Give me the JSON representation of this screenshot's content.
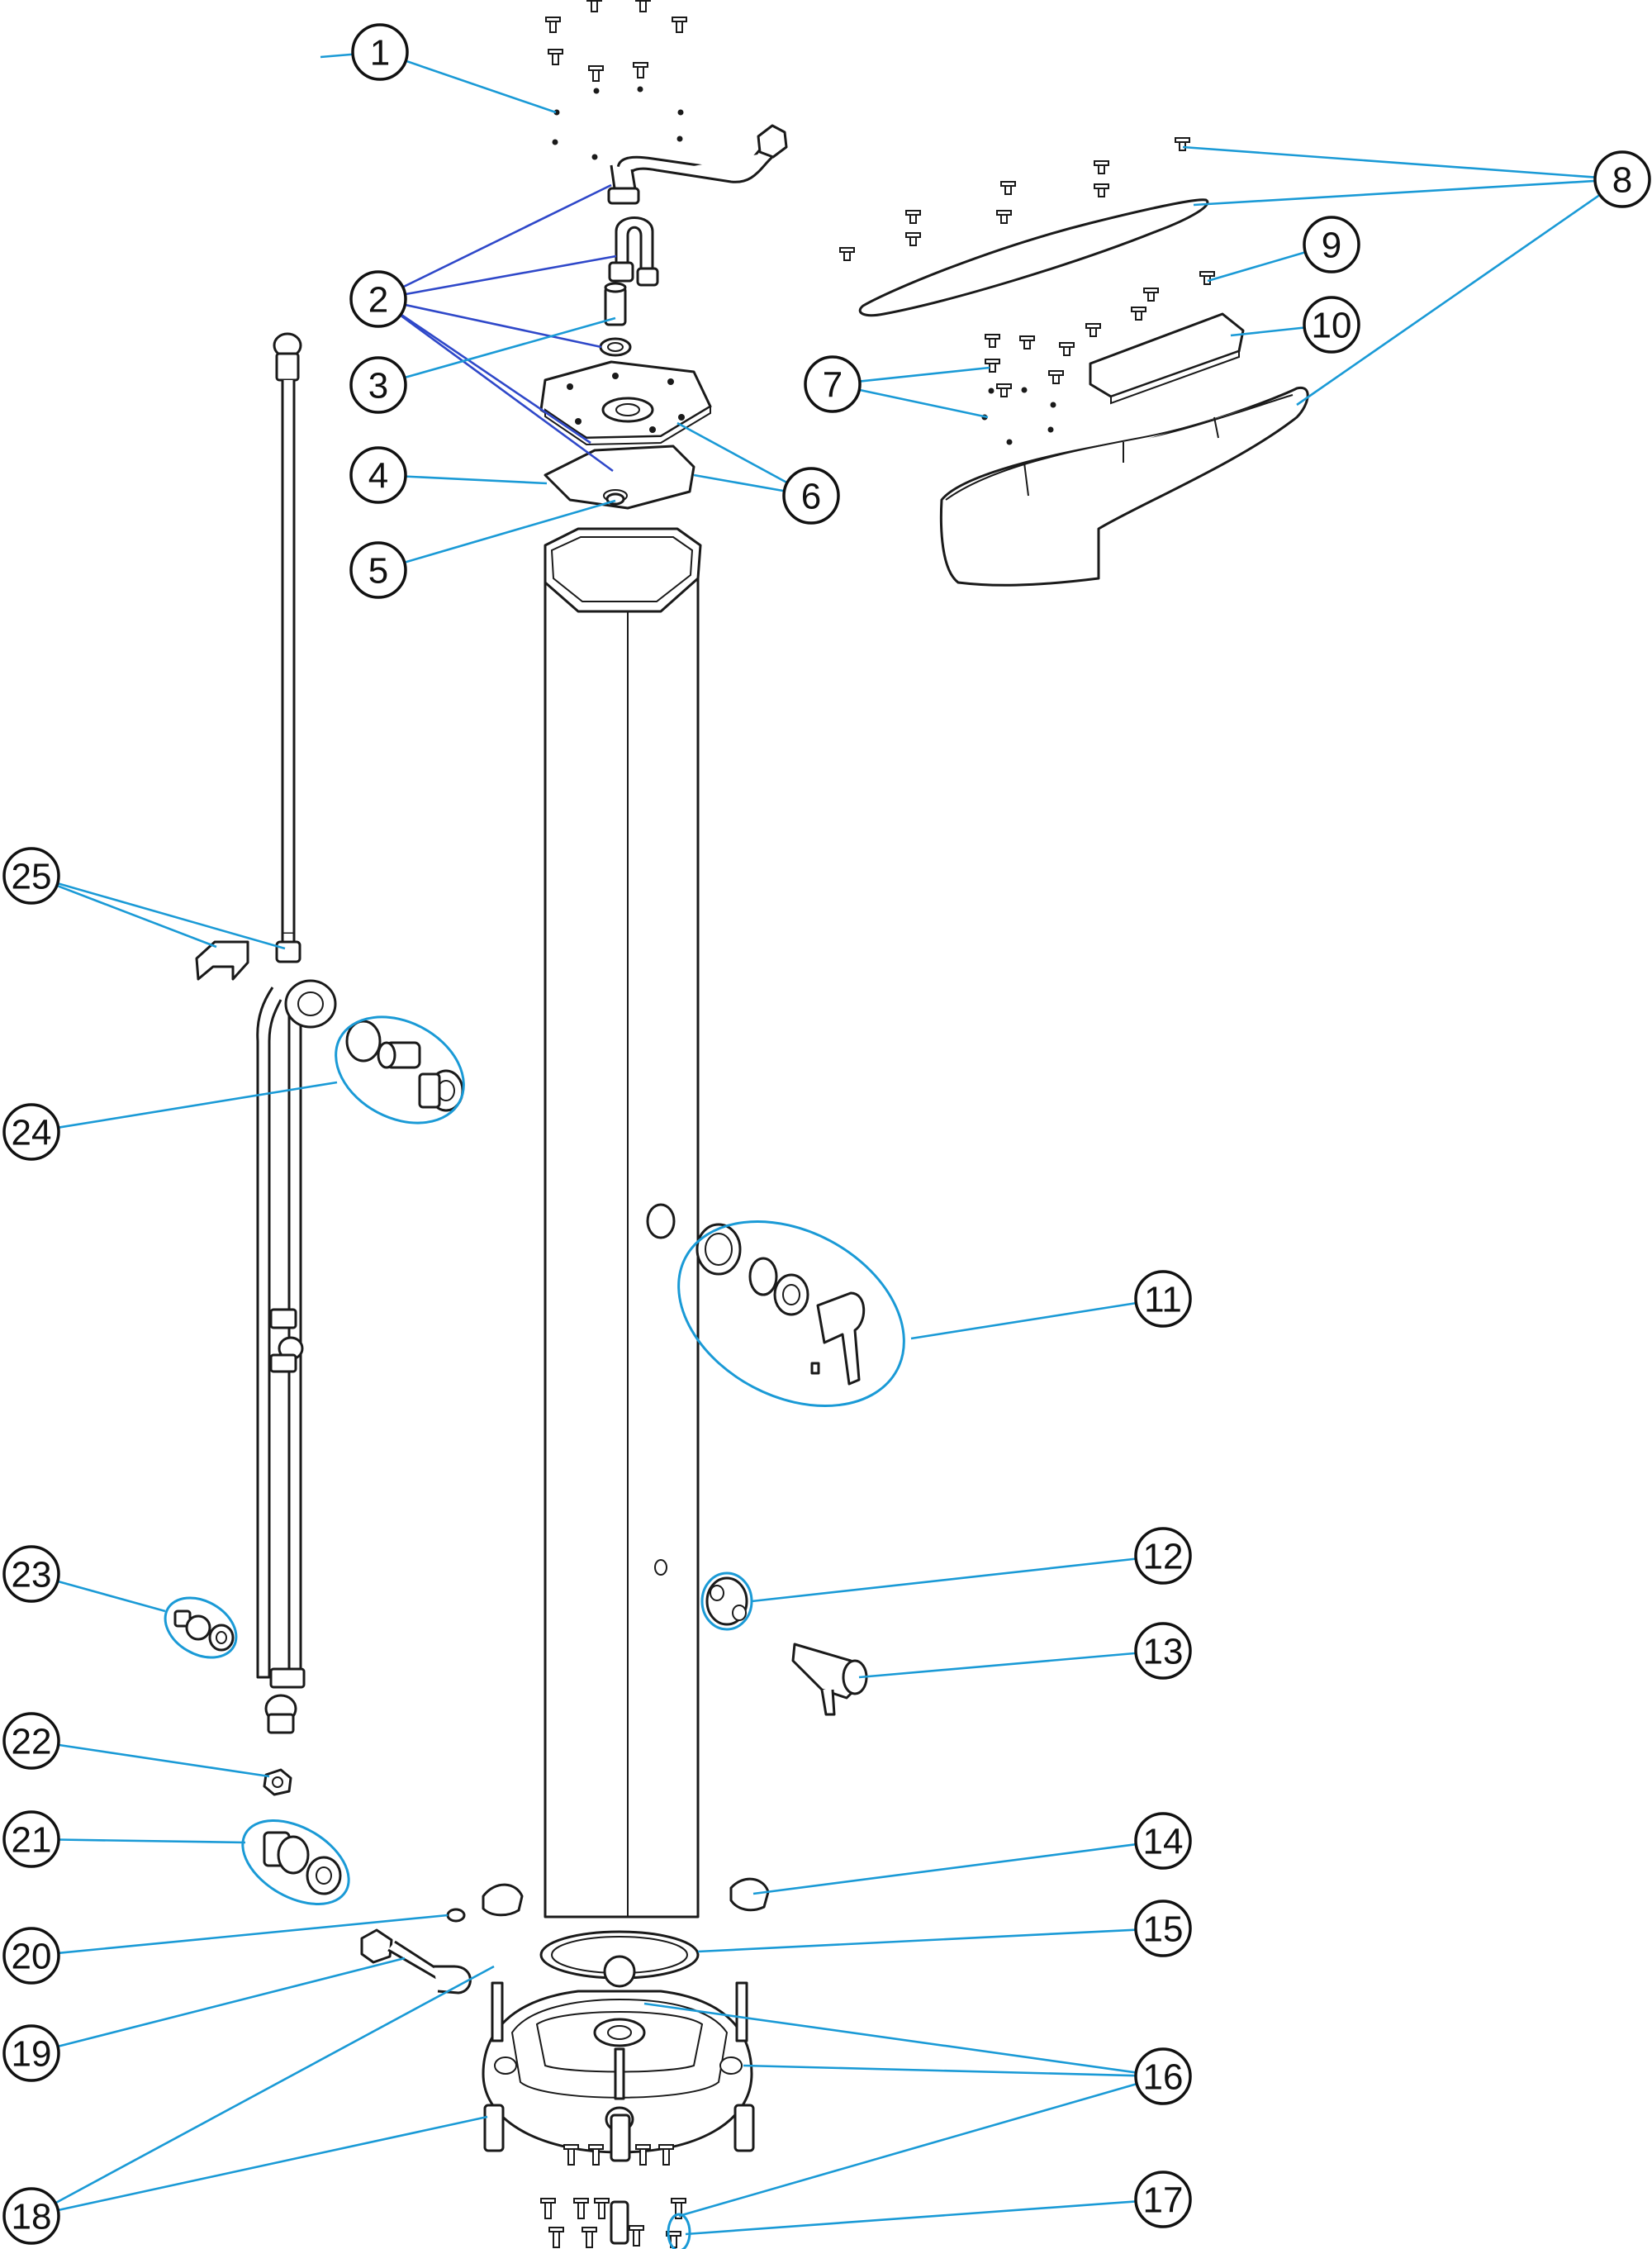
{
  "diagram": {
    "type": "exploded parts diagram",
    "colors": {
      "leader_primary": "#1a9ad6",
      "leader_secondary": "#2f48c9",
      "outline": "#1a1a1a",
      "background": "#ffffff"
    },
    "callouts": [
      {
        "id": "1",
        "label": "1"
      },
      {
        "id": "2",
        "label": "2"
      },
      {
        "id": "3",
        "label": "3"
      },
      {
        "id": "4",
        "label": "4"
      },
      {
        "id": "5",
        "label": "5"
      },
      {
        "id": "6",
        "label": "6"
      },
      {
        "id": "7",
        "label": "7"
      },
      {
        "id": "8",
        "label": "8"
      },
      {
        "id": "9",
        "label": "9"
      },
      {
        "id": "10",
        "label": "10"
      },
      {
        "id": "11",
        "label": "11"
      },
      {
        "id": "12",
        "label": "12"
      },
      {
        "id": "13",
        "label": "13"
      },
      {
        "id": "14",
        "label": "14"
      },
      {
        "id": "15",
        "label": "15"
      },
      {
        "id": "16",
        "label": "16"
      },
      {
        "id": "17",
        "label": "17"
      },
      {
        "id": "18",
        "label": "18"
      },
      {
        "id": "19",
        "label": "19"
      },
      {
        "id": "20",
        "label": "20"
      },
      {
        "id": "21",
        "label": "21"
      },
      {
        "id": "22",
        "label": "22"
      },
      {
        "id": "23",
        "label": "23"
      },
      {
        "id": "24",
        "label": "24"
      },
      {
        "id": "25",
        "label": "25"
      }
    ]
  }
}
